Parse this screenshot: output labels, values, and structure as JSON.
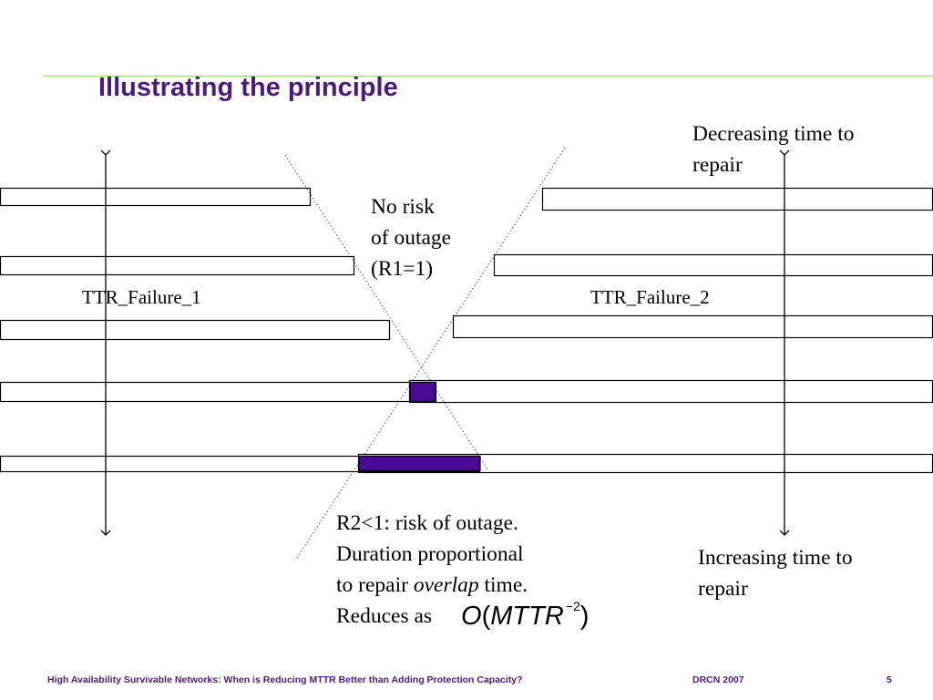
{
  "slide": {
    "title": "Illustrating the principle",
    "labels": {
      "ttr1": "TTR_Failure_1",
      "ttr2": "TTR_Failure_2"
    },
    "no_risk": [
      "No risk",
      "of outage",
      "(R1=1)"
    ],
    "decreasing": [
      "Decreasing time to",
      "repair"
    ],
    "increasing": [
      "Increasing time to",
      "repair"
    ],
    "r2": {
      "line1": "R2<1: risk of outage.",
      "line2": "Duration proportional",
      "line3_pre": "to repair ",
      "line3_em": "overlap",
      "line3_post": " time.",
      "line4": "Reduces as"
    },
    "formula": {
      "o": "O",
      "open": "(",
      "mttr": "MTTR",
      "exp": "−2",
      "close": ")"
    }
  },
  "footer": {
    "left": "High Availability Survivable Networks: When is Reducing MTTR Better than Adding Protection Capacity?",
    "center": "DRCN 2007",
    "page": "5"
  },
  "colors": {
    "title": "#4b1c7a",
    "overlap_fill": "#4b0a96",
    "rule": "#99dd44"
  }
}
